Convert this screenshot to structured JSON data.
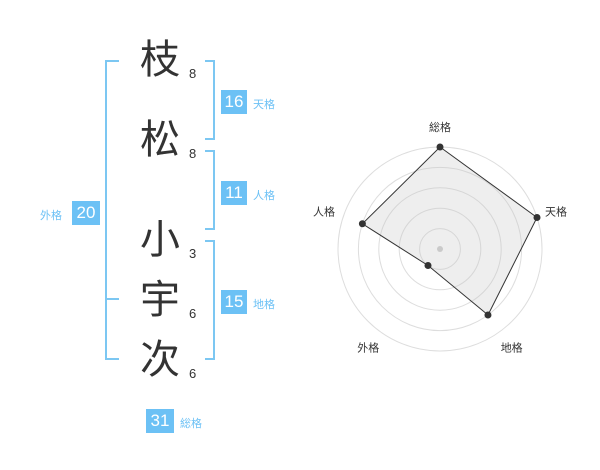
{
  "name_chars": [
    {
      "char": "枝",
      "strokes": "8"
    },
    {
      "char": "松",
      "strokes": "8"
    },
    {
      "char": "小",
      "strokes": "3"
    },
    {
      "char": "宇",
      "strokes": "6"
    },
    {
      "char": "次",
      "strokes": "6"
    }
  ],
  "kaku": {
    "tenkaku": {
      "value": "16",
      "label": "天格"
    },
    "jinkaku": {
      "value": "11",
      "label": "人格"
    },
    "chikaku": {
      "value": "15",
      "label": "地格"
    },
    "gaikaku": {
      "value": "20",
      "label": "外格"
    },
    "soukaku": {
      "value": "31",
      "label": "総格"
    }
  },
  "colors": {
    "accent": "#6cc1f5",
    "bracket": "#7cc7f2",
    "text": "#333333"
  },
  "chart_data": {
    "type": "radar",
    "axes": [
      "総格",
      "天格",
      "地格",
      "外格",
      "人格"
    ],
    "values": [
      5,
      5,
      4,
      1,
      4
    ],
    "max": 5,
    "rings": 5
  }
}
